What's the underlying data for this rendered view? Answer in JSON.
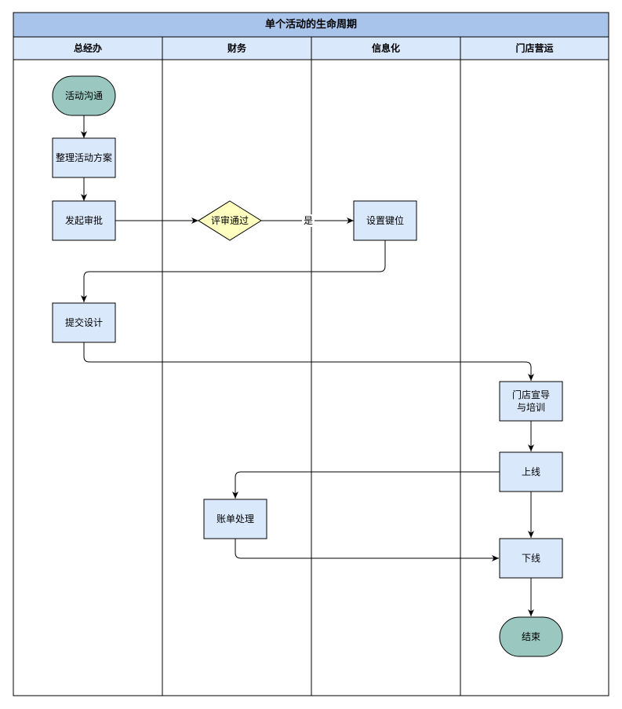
{
  "title": "单个活动的生命周期",
  "lanes": [
    {
      "id": "lane-zongjingban",
      "label": "总经办"
    },
    {
      "id": "lane-caiwu",
      "label": "财务"
    },
    {
      "id": "lane-xinxihua",
      "label": "信息化"
    },
    {
      "id": "lane-mendian",
      "label": "门店营运"
    }
  ],
  "nodes": {
    "start": {
      "lines": [
        "活动沟通"
      ],
      "shape": "terminal"
    },
    "plan": {
      "lines": [
        "整理活动方案"
      ],
      "shape": "process"
    },
    "approve": {
      "lines": [
        "发起审批"
      ],
      "shape": "process"
    },
    "review": {
      "lines": [
        "评审通过"
      ],
      "shape": "decision"
    },
    "keyset": {
      "lines": [
        "设置键位"
      ],
      "shape": "process"
    },
    "design": {
      "lines": [
        "提交设计"
      ],
      "shape": "process"
    },
    "train": {
      "lines": [
        "门店宣导",
        "与培训"
      ],
      "shape": "process"
    },
    "online": {
      "lines": [
        "上线"
      ],
      "shape": "process"
    },
    "billing": {
      "lines": [
        "账单处理"
      ],
      "shape": "process"
    },
    "offline": {
      "lines": [
        "下线"
      ],
      "shape": "process"
    },
    "end": {
      "lines": [
        "结束"
      ],
      "shape": "terminal"
    }
  },
  "edges": [
    {
      "from": "start",
      "to": "plan",
      "label": ""
    },
    {
      "from": "plan",
      "to": "approve",
      "label": ""
    },
    {
      "from": "approve",
      "to": "review",
      "label": ""
    },
    {
      "from": "review",
      "to": "keyset",
      "label": "是"
    },
    {
      "from": "keyset",
      "to": "design",
      "label": ""
    },
    {
      "from": "design",
      "to": "train",
      "label": ""
    },
    {
      "from": "train",
      "to": "online",
      "label": ""
    },
    {
      "from": "online",
      "to": "billing",
      "label": ""
    },
    {
      "from": "online",
      "to": "offline",
      "label": ""
    },
    {
      "from": "billing",
      "to": "offline",
      "label": ""
    },
    {
      "from": "offline",
      "to": "end",
      "label": ""
    }
  ],
  "colors": {
    "title_fill": "#a9c4eb",
    "lane_header_fill": "#dae8fc",
    "process_fill": "#dae8fc",
    "terminal_fill": "#9ac7bf",
    "decision_fill": "#ffffc0",
    "stroke": "#000000"
  }
}
